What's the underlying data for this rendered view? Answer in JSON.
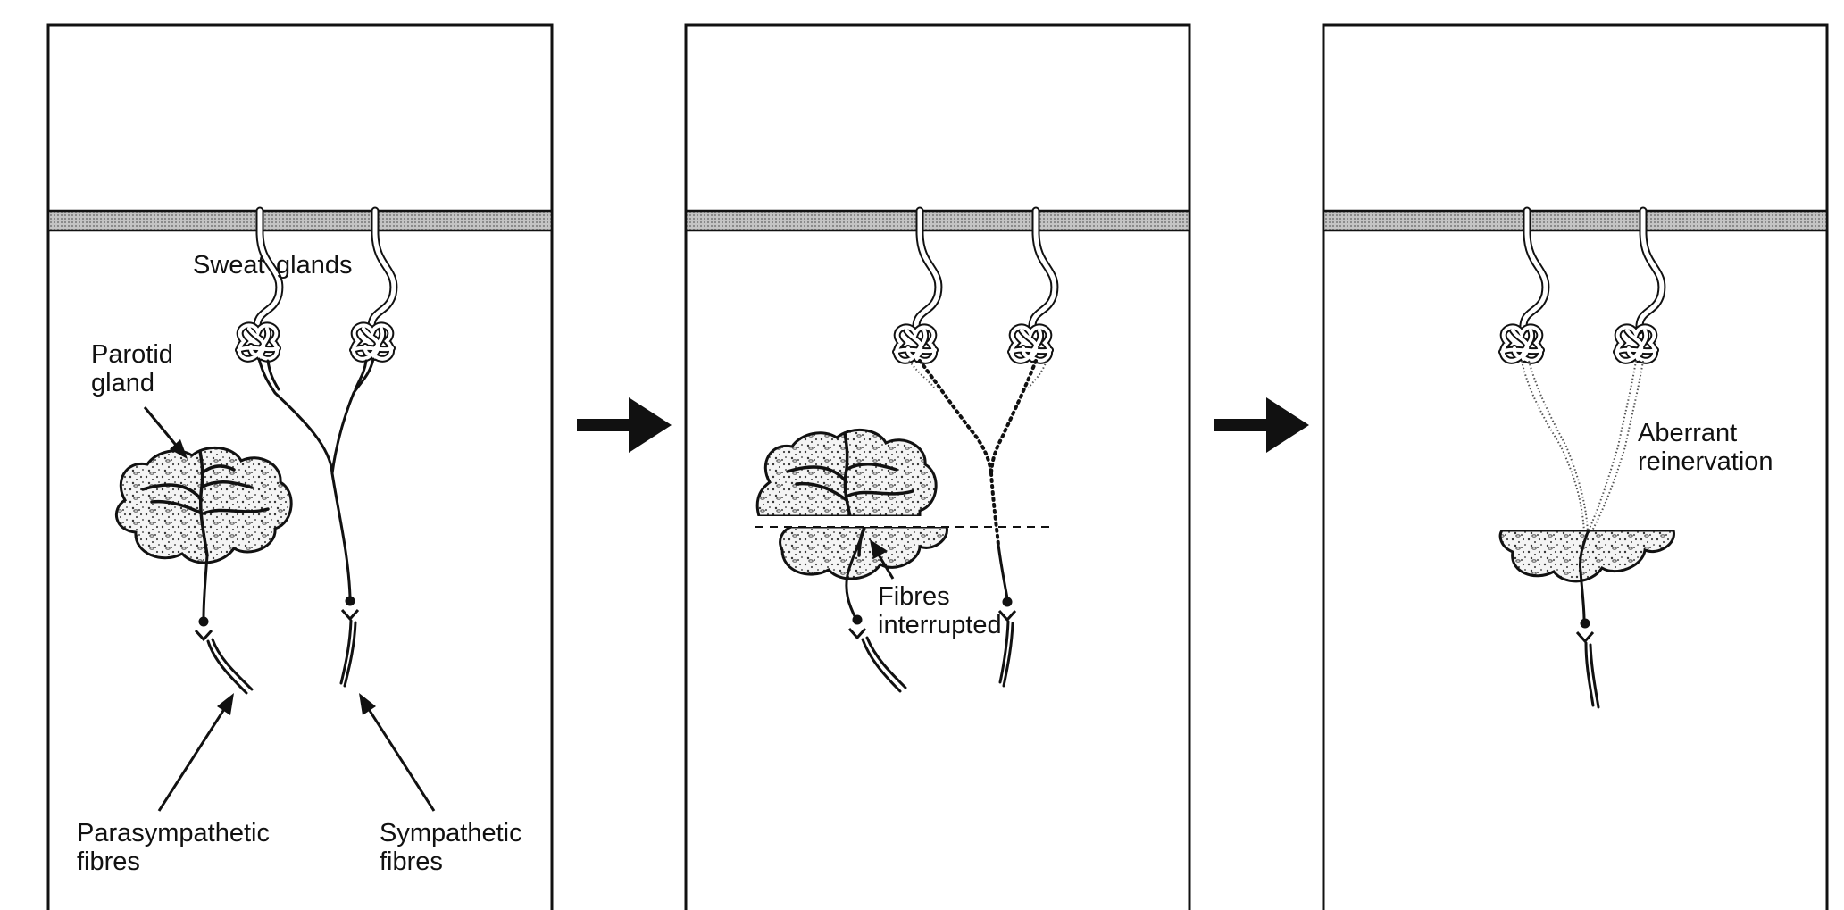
{
  "panels": [
    {
      "id": "normal",
      "labels": {
        "sweat": "Sweat",
        "glands": "glands",
        "parotid_line1": "Parotid",
        "parotid_line2": "gland",
        "parasym_line1": "Parasympathetic",
        "parasym_line2": "fibres",
        "sym_line1": "Sympathetic",
        "sym_line2": "fibres"
      }
    },
    {
      "id": "injury",
      "labels": {
        "interrupted_line1": "Fibres",
        "interrupted_line2": "interrupted"
      }
    },
    {
      "id": "reinnervation",
      "labels": {
        "aberrant_line1": "Aberrant",
        "aberrant_line2": "reinervation"
      }
    }
  ],
  "transition_arrows": 2
}
